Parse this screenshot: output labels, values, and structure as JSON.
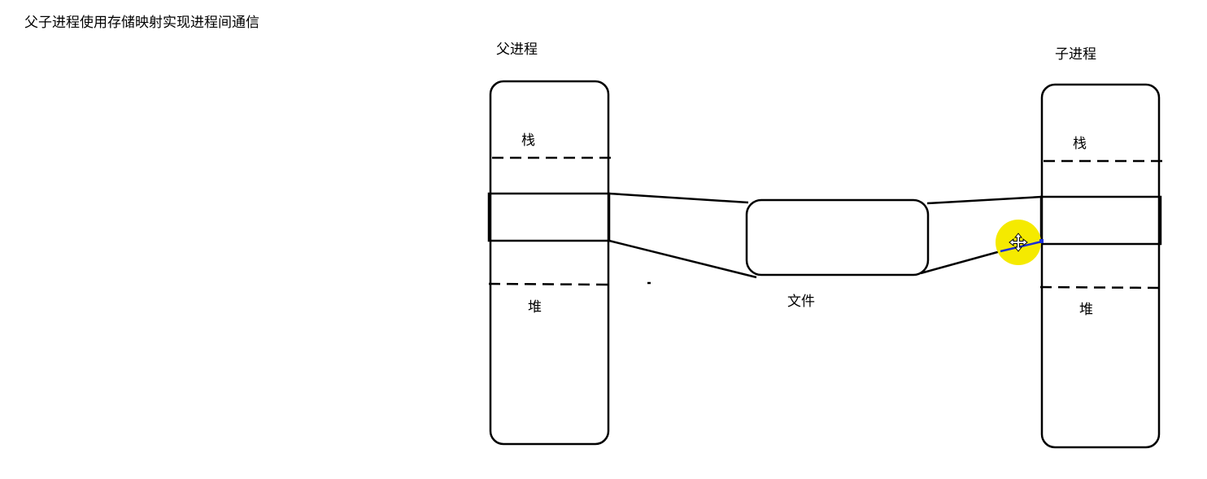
{
  "title": "父子进程使用存储映射实现进程间通信",
  "parent": {
    "label": "父进程",
    "stack_label": "栈",
    "heap_label": "堆"
  },
  "child": {
    "label": "子进程",
    "stack_label": "栈",
    "heap_label": "堆"
  },
  "file_label": "文件",
  "colors": {
    "stroke": "#000000",
    "cursor_highlight": "#f5ea00",
    "cursor_line": "#1a2fd6"
  },
  "icons": {
    "cursor": "move-cursor-icon"
  }
}
